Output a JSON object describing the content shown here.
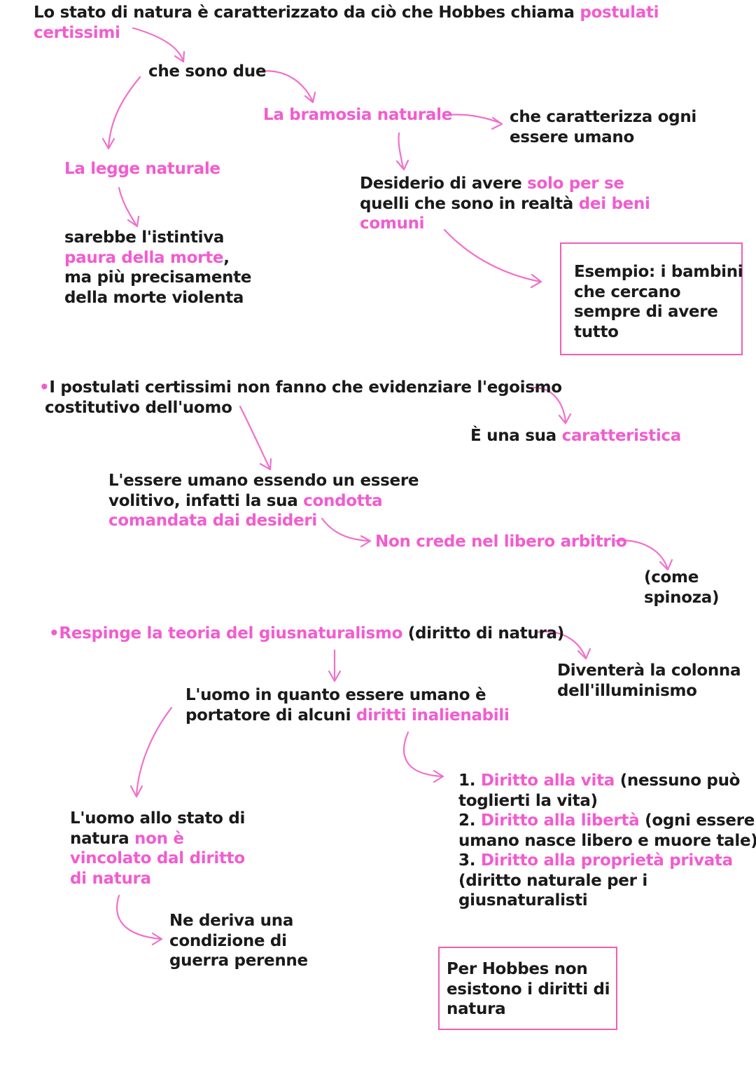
{
  "colors": {
    "accent": "#f25ccf",
    "ink": "#1a1a1a",
    "box_border": "#ef5fb5"
  },
  "intro": {
    "line1": "Lo stato di natura è caratterizzato da ciò che Hobbes chiama",
    "hl1": "postulati",
    "hl2": "certissimi"
  },
  "sono_due": "che sono due",
  "bramosia": "La bramosia naturale",
  "caratterizza": {
    "line1": "che caratterizza ogni",
    "line2": "essere umano"
  },
  "desiderio": {
    "t1": "Desiderio di avere",
    "h1": "solo per se",
    "t2": "quelli che sono in realtà",
    "h2": "dei beni",
    "h3": "comuni"
  },
  "esempio": {
    "line1": "Esempio: i bambini",
    "line2": "che cercano",
    "line3": "sempre di avere",
    "line4": "tutto"
  },
  "legge": "La legge naturale",
  "paura": {
    "line1": "sarebbe l'istintiva",
    "hl": "paura della morte",
    "comma": ",",
    "line3": "ma più precisamente",
    "line4": "della morte violenta"
  },
  "postulati": {
    "bullet": "•",
    "line1": "I postulati certissimi non fanno che evidenziare l'egoismo",
    "line2": "costitutivo dell'uomo"
  },
  "caratteristica": {
    "t": "È una sua",
    "hl": "caratteristica"
  },
  "volitivo": {
    "line1": "L'essere umano essendo un essere",
    "t2": "volitivo, infatti la sua",
    "h2": "condotta",
    "h3": "comandata dai desideri"
  },
  "arbitrio": "Non crede nel libero arbitrio",
  "spinoza": {
    "line1": "(come",
    "line2": "spinoza)"
  },
  "respinge": {
    "bullet": "•",
    "hl": "Respinge la teoria del giusnaturalismo",
    "t": "(diritto di natura)"
  },
  "colonna": {
    "line1": "Diventerà la colonna",
    "line2": "dell'illuminismo"
  },
  "portatore": {
    "line1": "L'uomo in quanto essere umano è",
    "t2": "portatore di alcuni",
    "h2": "diritti inalienabili"
  },
  "diritti": [
    {
      "num": "1.",
      "hl": "Diritto alla vita",
      "rest": "(nessuno può",
      "cont": "toglierti la vita)"
    },
    {
      "num": "2.",
      "hl": "Diritto alla libertà",
      "rest": "(ogni essere",
      "cont": "umano nasce libero e muore tale)"
    },
    {
      "num": "3.",
      "hl": "Diritto alla proprietà privata",
      "rest": "",
      "cont": "(diritto naturale per i",
      "cont2": "giusnaturalisti"
    }
  ],
  "vincolato": {
    "t1": "L'uomo allo stato di",
    "t2": "natura",
    "h2": "non è",
    "h3": "vincolato dal diritto",
    "h4": "di natura"
  },
  "guerra": {
    "line1": "Ne deriva una",
    "line2": "condizione di",
    "line3": "guerra perenne"
  },
  "hobbes_box": {
    "line1": "Per Hobbes non",
    "line2": "esistono i diritti di",
    "line3": "natura"
  }
}
